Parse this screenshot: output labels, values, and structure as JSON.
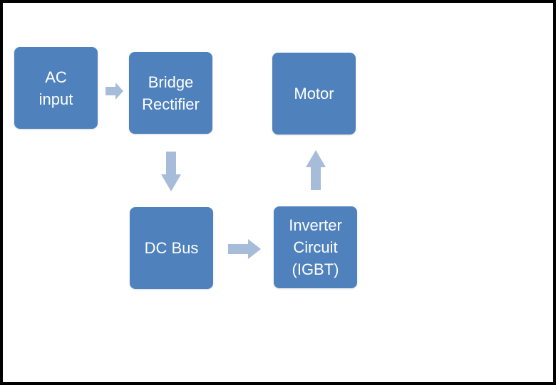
{
  "diagram": {
    "nodes": [
      {
        "id": "ac-input",
        "label": "AC\ninput"
      },
      {
        "id": "bridge-rectifier",
        "label": "Bridge\nRectifier"
      },
      {
        "id": "dc-bus",
        "label": "DC Bus"
      },
      {
        "id": "inverter-circuit",
        "label": "Inverter\nCircuit\n(IGBT)"
      },
      {
        "id": "motor",
        "label": "Motor"
      }
    ],
    "edges": [
      {
        "from": "ac-input",
        "to": "bridge-rectifier"
      },
      {
        "from": "bridge-rectifier",
        "to": "dc-bus"
      },
      {
        "from": "dc-bus",
        "to": "inverter-circuit"
      },
      {
        "from": "inverter-circuit",
        "to": "motor"
      }
    ],
    "colors": {
      "node_fill": "#4f81bd",
      "node_text": "#ffffff",
      "arrow_fill": "#a7bcd9",
      "frame_border": "#000000"
    }
  }
}
